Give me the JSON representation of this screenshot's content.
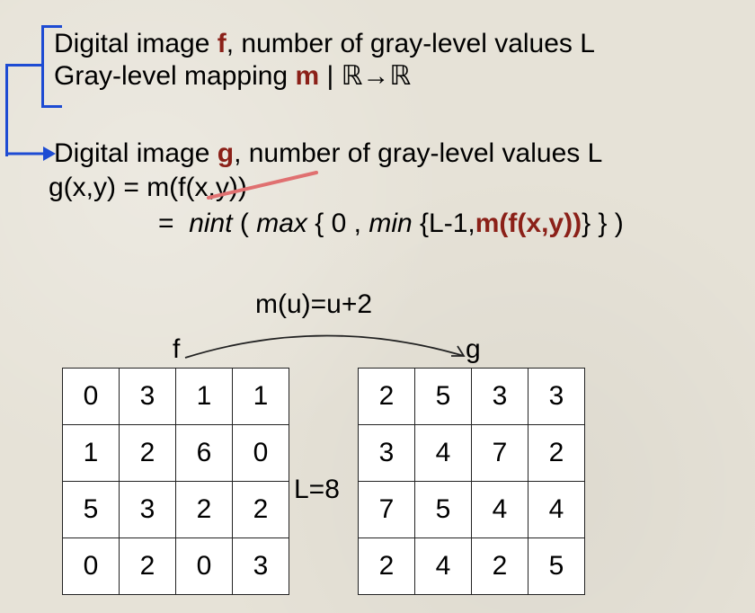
{
  "text": {
    "line1": {
      "a": "Digital image ",
      "b": "f",
      "c": ", number of gray-level values L"
    },
    "line2": {
      "a": "Gray-level mapping ",
      "b": "m",
      "c": " | ℝ→ℝ"
    },
    "line3": {
      "a": "Digital image ",
      "b": "g",
      "c": ", number of gray-level values L"
    },
    "line4": {
      "a": "g(x,y)  =  m(f(x,y))"
    },
    "line5": {
      "eq": "=",
      "nint": "nint",
      "p1": " ( ",
      "max": "max",
      "p2": " { 0 , ",
      "min": "min",
      "p3": " {L-1,",
      "mf": "m(f(x,y))",
      "p4": "} } )"
    },
    "mapping_label": "m(u)=u+2",
    "f_label": "f",
    "g_label": "g",
    "L_label": "L=8"
  },
  "grid_f": [
    [
      "0",
      "3",
      "1",
      "1"
    ],
    [
      "1",
      "2",
      "6",
      "0"
    ],
    [
      "5",
      "3",
      "2",
      "2"
    ],
    [
      "0",
      "2",
      "0",
      "3"
    ]
  ],
  "grid_g": [
    [
      "2",
      "5",
      "3",
      "3"
    ],
    [
      "3",
      "4",
      "7",
      "2"
    ],
    [
      "7",
      "5",
      "4",
      "4"
    ],
    [
      "2",
      "4",
      "2",
      "5"
    ]
  ],
  "colors": {
    "accent": "#8b2018",
    "bracket": "#1d4bd3",
    "strike": "#e07070"
  }
}
